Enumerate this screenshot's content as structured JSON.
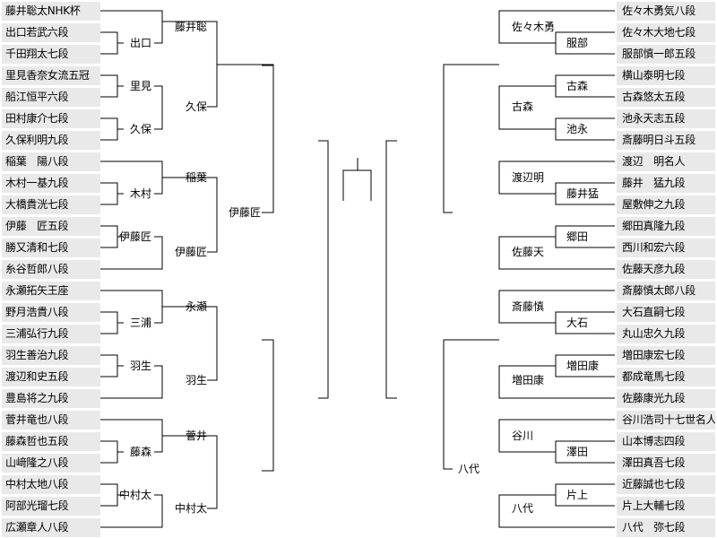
{
  "left_players": [
    "藤井聡太NHK杯",
    "出口若武六段",
    "千田翔太七段",
    "里見香奈女流五冠",
    "船江恒平六段",
    "田村康介七段",
    "久保利明九段",
    "稲葉　陽八段",
    "木村一基九段",
    "大橋貴洸七段",
    "伊藤　匠五段",
    "勝又清和七段",
    "糸谷哲郎八段",
    "永瀬拓矢王座",
    "野月浩貴八段",
    "三浦弘行九段",
    "羽生善治九段",
    "渡辺和史五段",
    "豊島将之九段",
    "菅井竜也八段",
    "藤森哲也五段",
    "山﨑隆之八段",
    "中村太地八段",
    "阿部光瑠七段",
    "広瀬章人八段"
  ],
  "right_players": [
    "佐々木勇気八段",
    "佐々木大地七段",
    "服部慎一郎五段",
    "横山泰明七段",
    "古森悠太五段",
    "池永天志五段",
    "斎藤明日斗五段",
    "渡辺　明名人",
    "藤井　猛九段",
    "屋敷伸之九段",
    "郷田真隆九段",
    "西川和宏六段",
    "佐藤天彦九段",
    "斎藤慎太郎八段",
    "大石直嗣七段",
    "丸山忠久九段",
    "増田康宏七段",
    "都成竜馬七段",
    "佐藤康光九段",
    "谷川浩司十七世名人",
    "山本博志四段",
    "澤田真吾七段",
    "近藤誠也七段",
    "片上大輔七段",
    "八代　弥七段"
  ],
  "left_results": {
    "r1_a": "出口",
    "r1_b": "里見",
    "r1_c": "久保",
    "r1_d": "木村",
    "r1_e": "伊藤匠",
    "r1_f": "三浦",
    "r1_g": "羽生",
    "r1_h": "藤森",
    "r1_i": "中村太",
    "r2_a": "藤井聡",
    "r2_b": "久保",
    "r2_c": "稲葉",
    "r2_d": "伊藤匠",
    "r2_e": "永瀬",
    "r2_f": "羽生",
    "r2_g": "菅井",
    "r2_h": "中村太",
    "r3_a": "伊藤匠"
  },
  "right_results": {
    "r1_a": "服部",
    "r1_b": "古森",
    "r1_c": "池永",
    "r1_d": "藤井猛",
    "r1_e": "郷田",
    "r1_f": "大石",
    "r1_g": "増田康",
    "r1_h": "澤田",
    "r1_i": "片上",
    "r2_a": "佐々木勇",
    "r2_b": "古森",
    "r2_c": "渡辺明",
    "r2_d": "佐藤天",
    "r2_e": "斎藤慎",
    "r2_f": "増田康",
    "r2_g": "谷川",
    "r2_h": "八代",
    "r3_a": "八代"
  }
}
